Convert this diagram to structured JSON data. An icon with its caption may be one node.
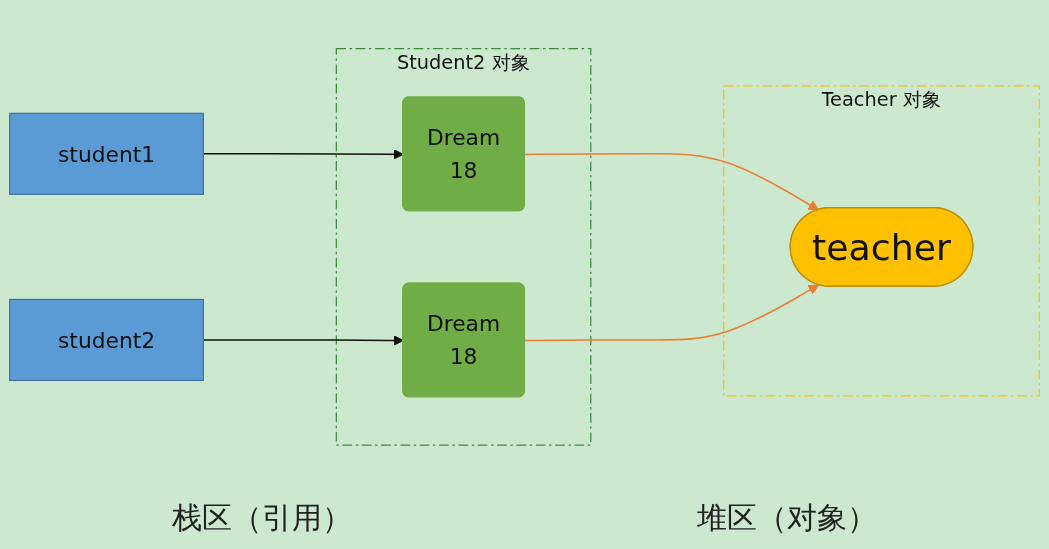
{
  "diagram": {
    "nodes": [
      {
        "text": [
          "student1"
        ]
      },
      {
        "text": [
          "student2"
        ]
      },
      {
        "text": [
          "Student2 对象"
        ]
      },
      {
        "text": [
          "Dream",
          "18"
        ],
        "in": 2
      },
      {
        "text": [
          "Dream",
          "18"
        ],
        "in": 2
      },
      {
        "text": [
          "Teacher 对象"
        ]
      },
      {
        "text": [
          "teacher"
        ],
        "in": 5
      }
    ],
    "edges": [
      {
        "from": 0,
        "to": 3,
        "arrow": "to"
      },
      {
        "from": 1,
        "to": 4,
        "arrow": "to"
      },
      {
        "from": 3,
        "to": 6,
        "arrow": "to",
        "color": "#ed7d31"
      },
      {
        "from": 4,
        "to": 6,
        "arrow": "to",
        "color": "#ed7d31"
      }
    ],
    "labels": [
      "栈区（引用）",
      "堆区（对象）"
    ]
  }
}
